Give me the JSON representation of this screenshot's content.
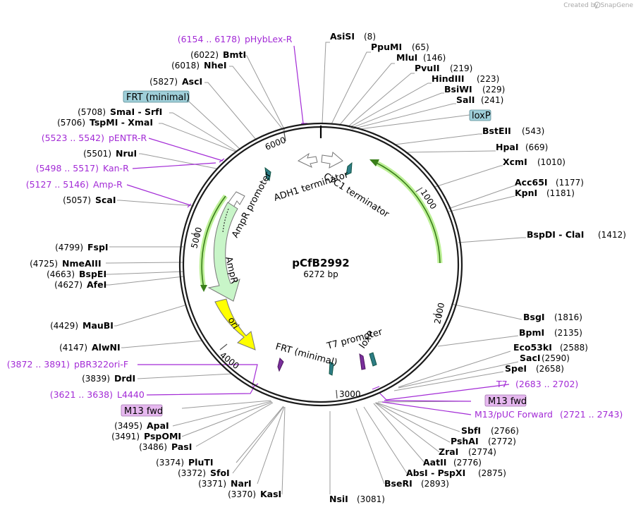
{
  "credit": "Created by SnapGene",
  "plasmid": {
    "name": "pCfB2992",
    "length": "6272 bp"
  },
  "map": {
    "ticks": [
      "1000",
      "2000",
      "3000",
      "4000",
      "5000",
      "6000"
    ],
    "features": [
      "CYC1 terminator",
      "ADH1 terminator",
      "AmpR promoter",
      "AmpR",
      "ori",
      "FRT (minimal)",
      "T7 promoter",
      "loxP"
    ],
    "boxed_labels": [
      "FRT (minimal)",
      "loxP",
      "M13 fwd",
      "M13 fwd"
    ]
  },
  "right_sites": [
    {
      "name": "AsiSI",
      "pos": "(8)"
    },
    {
      "name": "PpuMI",
      "pos": "(65)"
    },
    {
      "name": "MluI",
      "pos": "(146)"
    },
    {
      "name": "PvuII",
      "pos": "(219)"
    },
    {
      "name": "HindIII",
      "pos": "(223)"
    },
    {
      "name": "BsiWI",
      "pos": "(229)"
    },
    {
      "name": "SalI",
      "pos": "(241)"
    },
    {
      "name": "BstEII",
      "pos": "(543)"
    },
    {
      "name": "HpaI",
      "pos": "(669)"
    },
    {
      "name": "XcmI",
      "pos": "(1010)"
    },
    {
      "name": "Acc65I",
      "pos": "(1177)"
    },
    {
      "name": "KpnI",
      "pos": "(1181)"
    },
    {
      "name": "BspDI - ClaI",
      "pos": "(1412)"
    },
    {
      "name": "BsgI",
      "pos": "(1816)"
    },
    {
      "name": "BpmI",
      "pos": "(2135)"
    },
    {
      "name": "Eco53kI",
      "pos": "(2588)"
    },
    {
      "name": "SacI",
      "pos": "(2590)"
    },
    {
      "name": "SpeI",
      "pos": "(2658)"
    },
    {
      "name": "SbfI",
      "pos": "(2766)"
    },
    {
      "name": "PshAI",
      "pos": "(2772)"
    },
    {
      "name": "ZraI",
      "pos": "(2774)"
    },
    {
      "name": "AatII",
      "pos": "(2776)"
    },
    {
      "name": "AbsI - PspXI",
      "pos": "(2875)"
    },
    {
      "name": "BseRI",
      "pos": "(2893)"
    },
    {
      "name": "NsiI",
      "pos": "(3081)"
    }
  ],
  "left_sites": [
    {
      "name": "BmtI",
      "pos": "(6022)"
    },
    {
      "name": "NheI",
      "pos": "(6018)"
    },
    {
      "name": "AscI",
      "pos": "(5827)"
    },
    {
      "name": "SmaI - SrfI",
      "pos": "(5708)"
    },
    {
      "name": "TspMI - XmaI",
      "pos": "(5706)"
    },
    {
      "name": "NruI",
      "pos": "(5501)"
    },
    {
      "name": "ScaI",
      "pos": "(5057)"
    },
    {
      "name": "FspI",
      "pos": "(4799)"
    },
    {
      "name": "NmeAIII",
      "pos": "(4725)"
    },
    {
      "name": "BspEI",
      "pos": "(4663)"
    },
    {
      "name": "AfeI",
      "pos": "(4627)"
    },
    {
      "name": "MauBI",
      "pos": "(4429)"
    },
    {
      "name": "AlwNI",
      "pos": "(4147)"
    },
    {
      "name": "DrdI",
      "pos": "(3839)"
    },
    {
      "name": "ApaI",
      "pos": "(3495)"
    },
    {
      "name": "PspOMI",
      "pos": "(3491)"
    },
    {
      "name": "PasI",
      "pos": "(3486)"
    },
    {
      "name": "PluTI",
      "pos": "(3374)"
    },
    {
      "name": "SfoI",
      "pos": "(3372)"
    },
    {
      "name": "NarI",
      "pos": "(3371)"
    },
    {
      "name": "KasI",
      "pos": "(3370)"
    }
  ],
  "primers": [
    {
      "name": "pHybLex-R",
      "range": "(6154 .. 6178)"
    },
    {
      "name": "pENTR-R",
      "range": "(5523 .. 5542)"
    },
    {
      "name": "Kan-R",
      "range": "(5498 .. 5517)"
    },
    {
      "name": "Amp-R",
      "range": "(5127 .. 5146)"
    },
    {
      "name": "pBR322ori-F",
      "range": "(3872 .. 3891)"
    },
    {
      "name": "L4440",
      "range": "(3621 .. 3638)"
    },
    {
      "name": "T7",
      "range": "(2683 .. 2702)"
    },
    {
      "name": "M13/pUC Forward",
      "range": "(2721 .. 2743)"
    }
  ],
  "colors": {
    "primer": "#a32bd6",
    "amp": "#c8f5c8",
    "ori": "#ffff00",
    "cyc1_glow": "#b6ee8c",
    "box_blue": "#9fcfd9",
    "box_purple": "#e6b8ef",
    "term_teal": "#2e7d86"
  }
}
